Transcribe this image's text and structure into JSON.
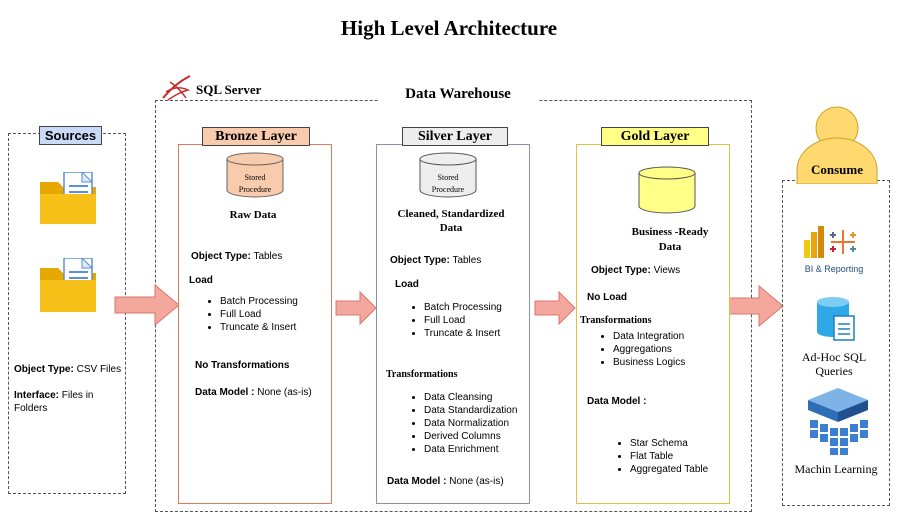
{
  "title": "High Level Architecture",
  "sql_server": "SQL Server",
  "warehouse": "Data Warehouse",
  "sources": {
    "label": "Sources",
    "object_type_label": "Object Type:",
    "object_type_value": "CSV Files",
    "interface_label": "Interface:",
    "interface_value_1": "Files in",
    "interface_value_2": "Folders"
  },
  "bronze": {
    "label": "Bronze Layer",
    "cyl_1": "Stored",
    "cyl_2": "Procedure",
    "heading": "Raw Data",
    "object_type_label": "Object Type:",
    "object_type_value": "Tables",
    "load_label": "Load",
    "load_items": [
      "Batch Processing",
      "Full Load",
      "Truncate & Insert"
    ],
    "transform": "No Transformations",
    "model_label": "Data Model :",
    "model_value": "None  (as-is)"
  },
  "silver": {
    "label": "Silver Layer",
    "cyl_1": "Stored",
    "cyl_2": "Procedure",
    "heading_1": "Cleaned, Standardized",
    "heading_2": "Data",
    "object_type_label": "Object Type:",
    "object_type_value": "Tables",
    "load_label": "Load",
    "load_items": [
      "Batch Processing",
      "Full Load",
      "Truncate & Insert"
    ],
    "transform_label": "Transformations",
    "transform_items": [
      "Data Cleansing",
      "Data Standardization",
      "Data Normalization",
      "Derived Columns",
      "Data Enrichment"
    ],
    "model_label": "Data Model :",
    "model_value": "None  (as-is)"
  },
  "gold": {
    "label": "Gold Layer",
    "heading_1": "Business -Ready",
    "heading_2": "Data",
    "object_type_label": "Object Type:",
    "object_type_value": "Views",
    "load_label": "No Load",
    "transform_label": "Transformations",
    "transform_items": [
      "Data Integration",
      "Aggregations",
      "Business Logics"
    ],
    "model_label": "Data Model :",
    "model_items": [
      "Star Schema",
      "Flat Table",
      "Aggregated Table"
    ]
  },
  "consume": {
    "label": "Consume",
    "bi": "BI & Reporting",
    "adhoc_1": "Ad-Hoc SQL",
    "adhoc_2": "Queries",
    "ml": "Machin Learning"
  },
  "colors": {
    "bronze_fill": "#f8cbad",
    "bronze_border": "#e07b5a",
    "silver_fill": "#ededed",
    "silver_border": "#8e8eb0",
    "gold_fill": "#ffff88",
    "gold_border": "#e0c040",
    "sources_fill": "#c9daf8",
    "arrow": "#f4a79d",
    "person": "#ffd970"
  }
}
